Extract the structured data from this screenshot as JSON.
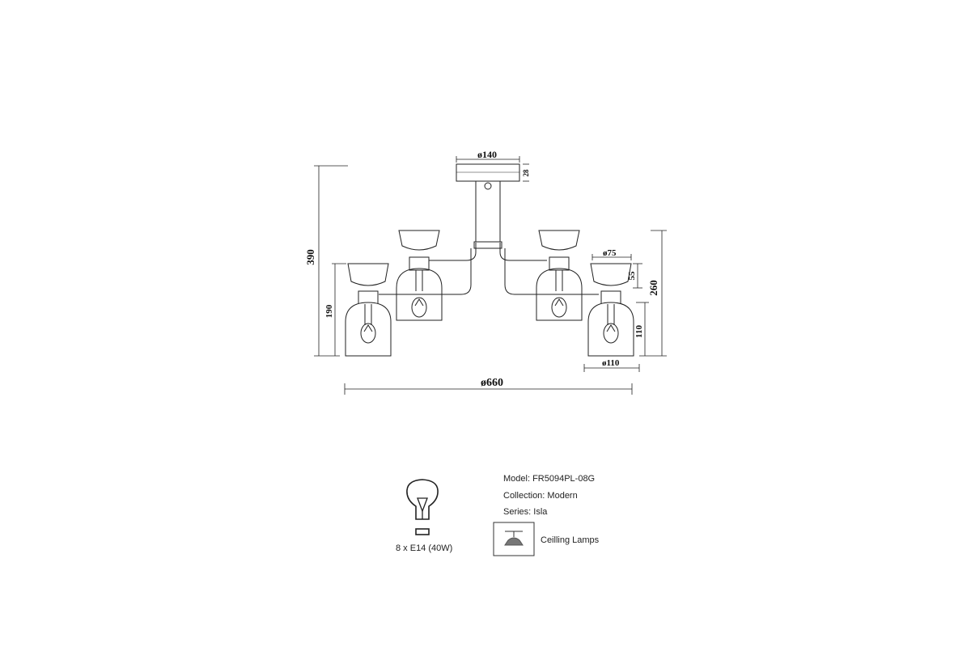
{
  "dimensions": {
    "base_diameter": "ø140",
    "base_height": "28",
    "total_height": "390",
    "lamp_height": "190",
    "top_glass_diameter": "ø75",
    "top_glass_height": "55",
    "drop_height": "260",
    "bottom_glass_height": "110",
    "bottom_glass_diameter": "ø110",
    "overall_diameter": "ø660"
  },
  "bulb": {
    "icon": "light-bulb-icon",
    "label": "8 x E14 (40W)"
  },
  "info": {
    "model": "Model: FR5094PL-08G",
    "collection": "Collection: Modern",
    "series": "Series: Isla",
    "type_icon": "ceiling-lamp-icon",
    "type_label": "Ceilling Lamps"
  }
}
